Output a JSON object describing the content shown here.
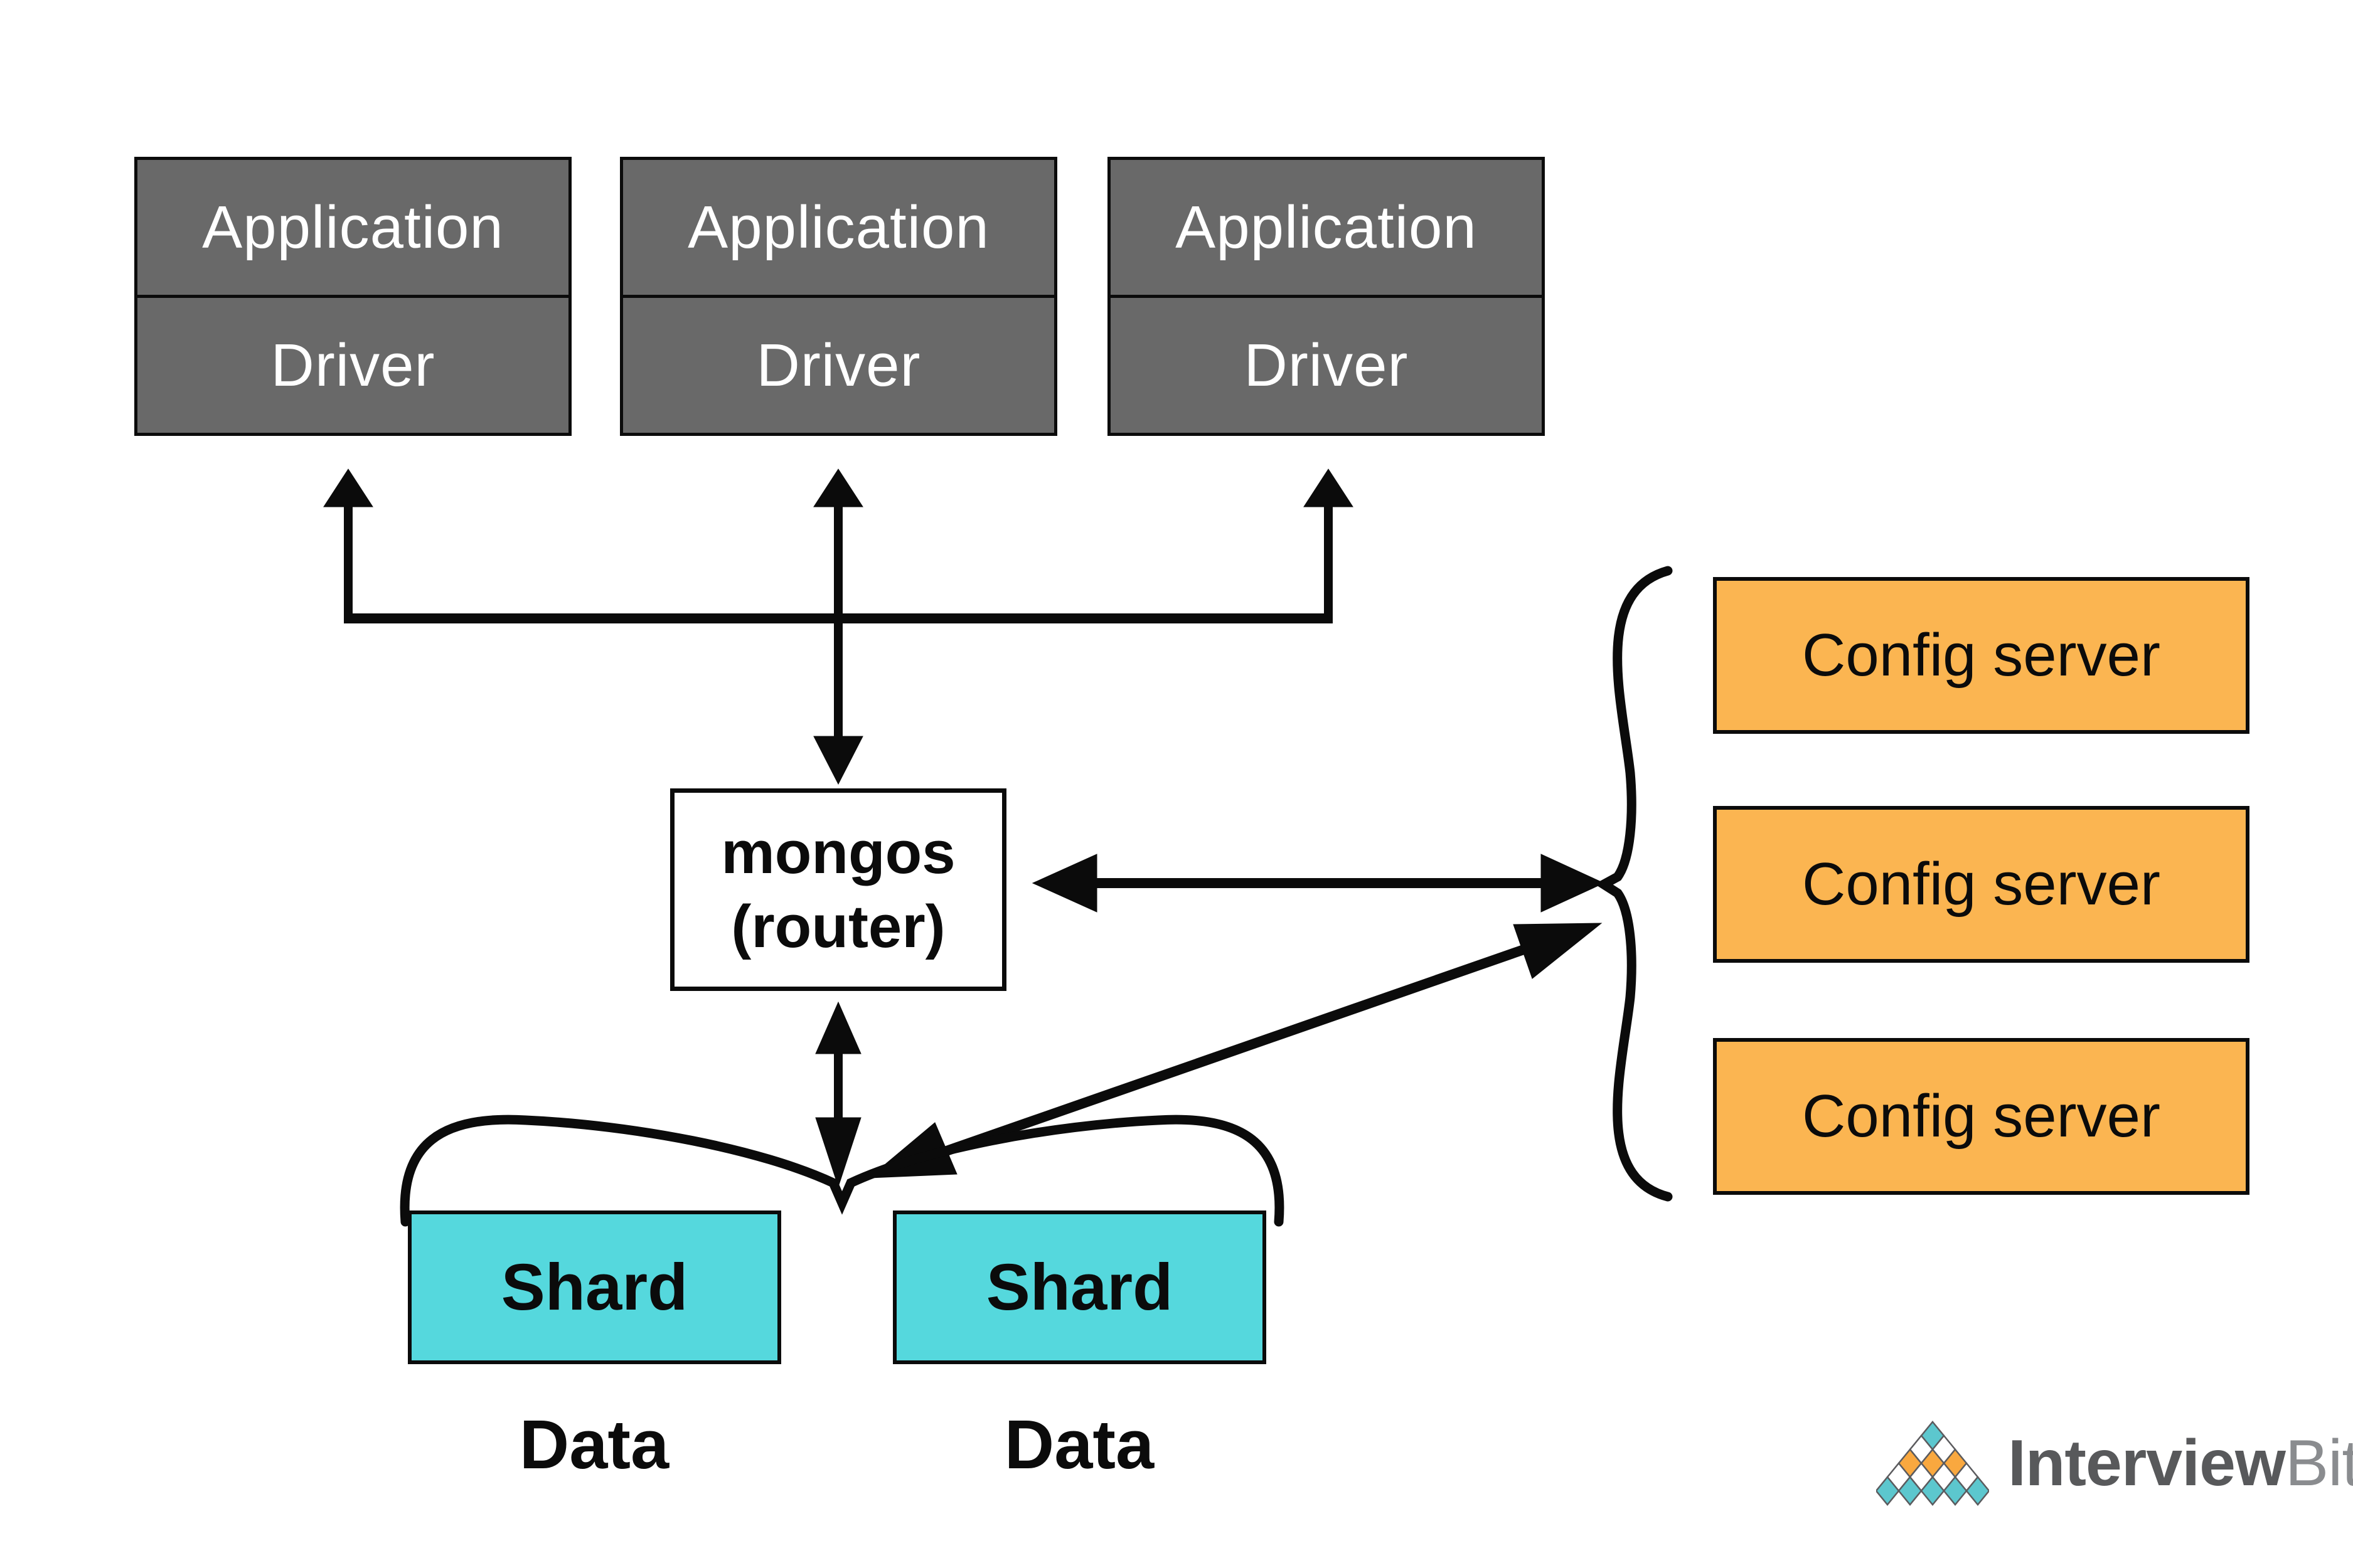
{
  "colors": {
    "box_gray": "#696969",
    "box_cyan": "#55D8DD",
    "box_orange": "#FBB551",
    "line_black": "#0B0B0B",
    "background": "#FFFFFF"
  },
  "app_stacks": [
    {
      "app_label": "Application",
      "driver_label": "Driver"
    },
    {
      "app_label": "Application",
      "driver_label": "Driver"
    },
    {
      "app_label": "Application",
      "driver_label": "Driver"
    }
  ],
  "router": {
    "line1": "mongos",
    "line2": "(router)"
  },
  "config_servers": {
    "items": [
      {
        "label": "Config server"
      },
      {
        "label": "Config server"
      },
      {
        "label": "Config server"
      }
    ]
  },
  "shards": {
    "items": [
      {
        "label": "Shard",
        "data_label": "Data"
      },
      {
        "label": "Shard",
        "data_label": "Data"
      }
    ]
  },
  "logo": {
    "part1": "Interview",
    "part2": "Bit",
    "colors": {
      "teal": "#5CC7CE",
      "orange": "#F9A83F",
      "outline": "#5B5B5E",
      "text_dark": "#58595B",
      "text_light": "#8A8C8F",
      "white": "#FFFFFF"
    }
  }
}
